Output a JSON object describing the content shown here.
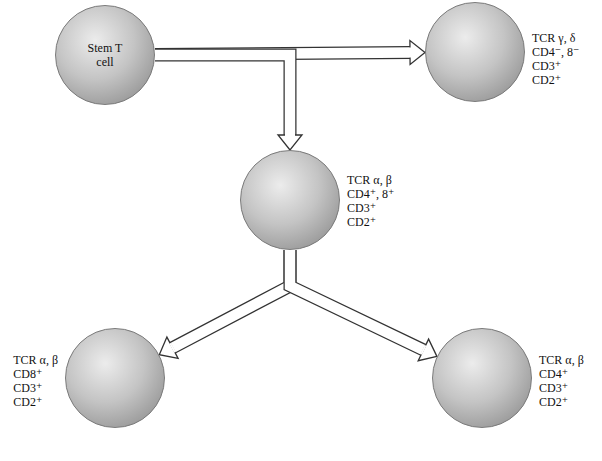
{
  "diagram": {
    "nodes": [
      {
        "text": [
          "Stem T cell"
        ]
      },
      {
        "text": [
          "TCR γ, δ",
          "CD4⁻, 8⁻",
          "CD3⁺",
          "CD2⁺"
        ]
      },
      {
        "text": [
          "TCR α, β",
          "CD4⁺, 8⁺",
          "CD3⁺",
          "CD2⁺"
        ]
      },
      {
        "text": [
          "TCR α, β",
          "CD8⁺",
          "CD3⁺",
          "CD2⁺"
        ]
      },
      {
        "text": [
          "TCR α, β",
          "CD4⁺",
          "CD3⁺",
          "CD2⁺"
        ]
      }
    ],
    "edges": [
      {
        "from": 0,
        "to": 1,
        "arrow": "to"
      },
      {
        "from": 0,
        "to": 2,
        "arrow": "to"
      },
      {
        "from": 2,
        "to": 3,
        "arrow": "to"
      },
      {
        "from": 2,
        "to": 4,
        "arrow": "to"
      }
    ]
  }
}
